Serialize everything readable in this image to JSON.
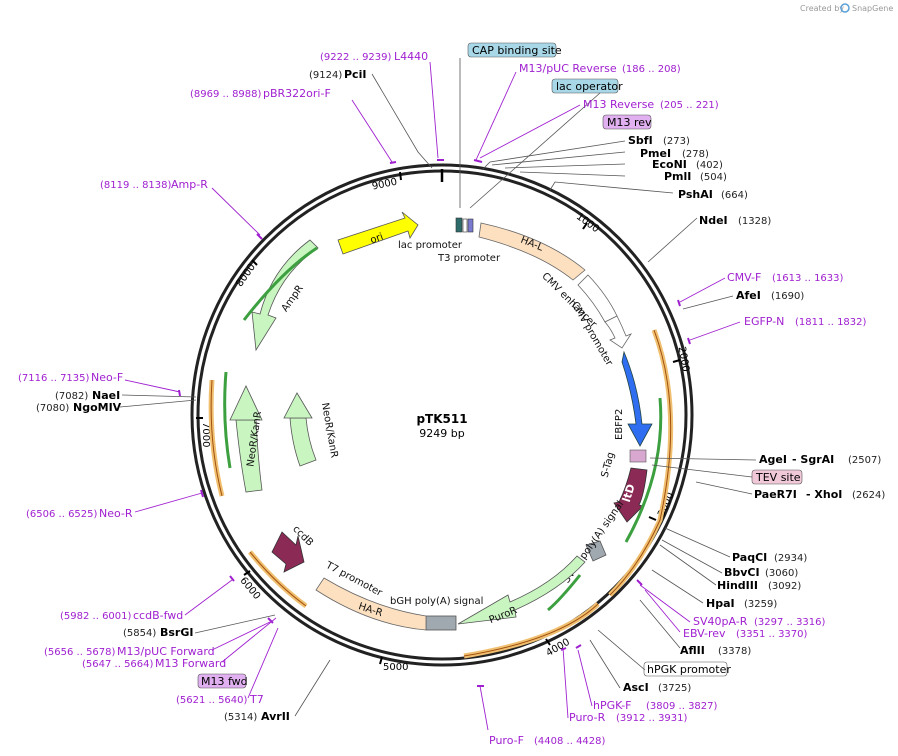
{
  "header": {
    "created_by": "Created by",
    "brand": "SnapGene"
  },
  "plasmid": {
    "name": "pTK511",
    "length": "9249 bp"
  },
  "ticks": [
    "1000",
    "2000",
    "3000",
    "4000",
    "5000",
    "6000",
    "7000",
    "8000",
    "9000"
  ],
  "features": {
    "ori": "ori",
    "ampr": "AmpR",
    "neokan1": "NeoR/KanR",
    "neokan2": "NeoR/KanR",
    "ccdb": "ccdB",
    "lac_promoter": "lac promoter",
    "t3_promoter": "T3 promoter",
    "hal": "HA-L",
    "cmv_enhancer": "CMV enhancer",
    "cmv_promoter": "CMV promoter",
    "ebfp2": "EBFP2",
    "stag": "S-Tag",
    "ltd": "ltD",
    "sv40_signal": "SV40 poly(A) signal",
    "puror": "PuroR",
    "bgh_signal": "bGH poly(A) signal",
    "har": "HA-R",
    "t7_promoter": "T7 promoter"
  },
  "boxed_labels": {
    "cap": "CAP binding site",
    "lac_operator": "lac operator",
    "m13rev": "M13 rev",
    "tev": "TEV site",
    "hpgk": "hPGK promoter",
    "m13fwd": "M13 fwd"
  },
  "enzymes": [
    {
      "id": "pcii",
      "name": "PciI",
      "pos": "(9124)"
    },
    {
      "id": "sbfi",
      "name": "SbfI",
      "pos": "(273)"
    },
    {
      "id": "pmei",
      "name": "PmeI",
      "pos": "(278)"
    },
    {
      "id": "econi",
      "name": "EcoNI",
      "pos": "(402)"
    },
    {
      "id": "pmli",
      "name": "PmlI",
      "pos": "(504)"
    },
    {
      "id": "pshai",
      "name": "PshAI",
      "pos": "(664)"
    },
    {
      "id": "ndei",
      "name": "NdeI",
      "pos": "(1328)"
    },
    {
      "id": "afei",
      "name": "AfeI",
      "pos": "(1690)"
    },
    {
      "id": "agei",
      "name": "AgeI",
      "pos": ""
    },
    {
      "id": "sgrai",
      "name": "- SgrAI",
      "pos": "(2507)"
    },
    {
      "id": "paer7i",
      "name": "PaeR7I",
      "pos": ""
    },
    {
      "id": "xhoi",
      "name": "- XhoI",
      "pos": "(2624)"
    },
    {
      "id": "paqci",
      "name": "PaqCI",
      "pos": "(2934)"
    },
    {
      "id": "bbvci",
      "name": "BbvCI",
      "pos": "(3060)"
    },
    {
      "id": "hindiii",
      "name": "HindIII",
      "pos": "(3092)"
    },
    {
      "id": "hpai",
      "name": "HpaI",
      "pos": "(3259)"
    },
    {
      "id": "aflii",
      "name": "AflII",
      "pos": "(3378)"
    },
    {
      "id": "asci",
      "name": "AscI",
      "pos": "(3725)"
    },
    {
      "id": "avrii",
      "name": "AvrII",
      "pos": "(5314)"
    },
    {
      "id": "bsrgi",
      "name": "BsrGI",
      "pos": "(5854)"
    },
    {
      "id": "ngomiv",
      "name": "NgoMIV",
      "pos": "(7080)"
    },
    {
      "id": "naei",
      "name": "NaeI",
      "pos": "(7082)"
    }
  ],
  "primers": [
    {
      "id": "l4440",
      "name": "L4440",
      "pos": "(9222 .. 9239)"
    },
    {
      "id": "pbr",
      "name": "pBR322ori-F",
      "pos": "(8969 .. 8988)"
    },
    {
      "id": "m13puc_rev",
      "name": "M13/pUC Reverse",
      "pos": "(186 .. 208)"
    },
    {
      "id": "m13_reverse",
      "name": "M13 Reverse",
      "pos": "(205 .. 221)"
    },
    {
      "id": "ampr",
      "name": "Amp-R",
      "pos": "(8119 .. 8138)"
    },
    {
      "id": "cmvf",
      "name": "CMV-F",
      "pos": "(1613 .. 1633)"
    },
    {
      "id": "egfpn",
      "name": "EGFP-N",
      "pos": "(1811 .. 1832)"
    },
    {
      "id": "neof",
      "name": "Neo-F",
      "pos": "(7116 .. 7135)"
    },
    {
      "id": "neor",
      "name": "Neo-R",
      "pos": "(6506 .. 6525)"
    },
    {
      "id": "sv40par",
      "name": "SV40pA-R",
      "pos": "(3297 .. 3316)"
    },
    {
      "id": "ebvrev",
      "name": "EBV-rev",
      "pos": "(3351 .. 3370)"
    },
    {
      "id": "hpgkf",
      "name": "hPGK-F",
      "pos": "(3809 .. 3827)"
    },
    {
      "id": "puror",
      "name": "Puro-R",
      "pos": "(3912 .. 3931)"
    },
    {
      "id": "purof",
      "name": "Puro-F",
      "pos": "(4408 .. 4428)"
    },
    {
      "id": "ccdbfwd",
      "name": "ccdB-fwd",
      "pos": "(5982 .. 6001)"
    },
    {
      "id": "m13puc_fwd",
      "name": "M13/pUC Forward",
      "pos": "(5656 .. 5678)"
    },
    {
      "id": "m13_forward",
      "name": "M13 Forward",
      "pos": "(5647 .. 5664)"
    },
    {
      "id": "t7",
      "name": "T7",
      "pos": "(5621 .. 5640)"
    }
  ],
  "colors": {
    "backbone": "#222222",
    "ori": "#ffff00",
    "resistance": "#c8f5c0",
    "homology": "#fde0c0",
    "ebfp2": "#2f6ef0",
    "ccdb": "#8b2a55",
    "primer": "#a020d0",
    "orange_band": "#f0c070",
    "green_band": "#3da040",
    "cap_box": "#a8d8e8",
    "m13_box": "#e0b0f0",
    "tev_box": "#f0c8d8",
    "snapgene": "#5aa0d8"
  }
}
